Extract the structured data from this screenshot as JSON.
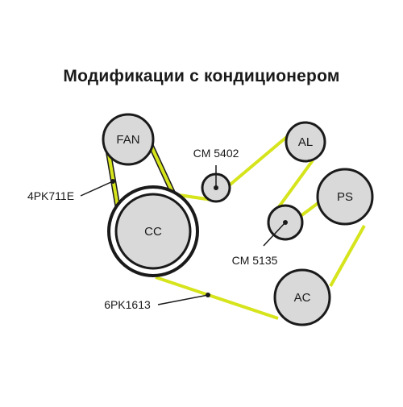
{
  "title": "Модификации с кондиционером",
  "pulleys": {
    "fan": "FAN",
    "cc": "CC",
    "al": "AL",
    "ps": "PS",
    "ac": "AC"
  },
  "idlers": {
    "upper": "CM 5402",
    "lower": "CM 5135"
  },
  "belts": {
    "short": "4PK711E",
    "long": "6PK1613"
  },
  "colors": {
    "belt": "#d6e41c",
    "pulley_fill": "#d9d9d9",
    "outline": "#1a1a1a"
  }
}
